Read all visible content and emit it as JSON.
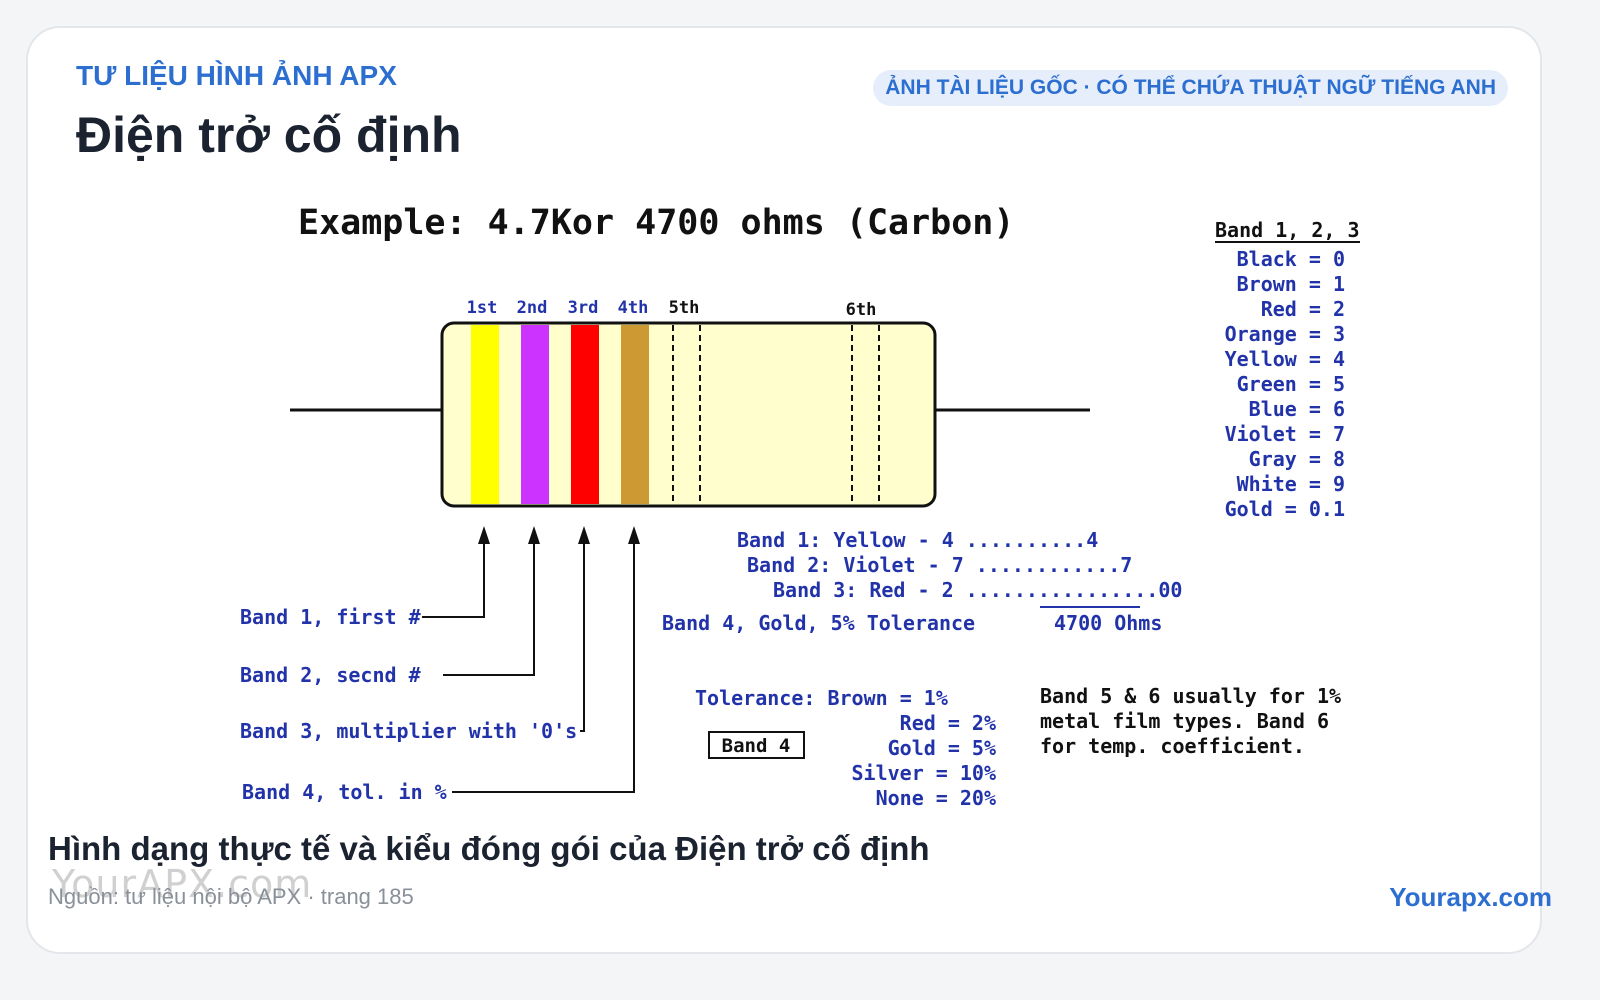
{
  "header": {
    "eyebrow": "TƯ LIỆU HÌNH ẢNH APX",
    "title": "Điện trở cố định",
    "badge": "ẢNH TÀI LIỆU GỐC · CÓ THỂ CHỨA THUẬT NGỮ TIẾNG ANH"
  },
  "diagram": {
    "heading": "Example: 4.7Kor 4700 ohms (Carbon)",
    "band_positions": [
      "1st",
      "2nd",
      "3rd",
      "4th",
      "5th",
      "6th"
    ],
    "bands": [
      {
        "color": "#ffff00"
      },
      {
        "color": "#cc33ff"
      },
      {
        "color": "#ff0000"
      },
      {
        "color": "#cc9933"
      }
    ],
    "body_color": "#fffecc",
    "text_color": "#2233aa",
    "callouts": [
      "Band 1, first #",
      "Band 2, secnd #",
      "Band 3, multiplier with '0's",
      "Band 4, tol. in %"
    ],
    "calculation": [
      "Band 1: Yellow - 4 ..........4",
      "Band 2: Violet - 7 ............7",
      "Band 3: Red - 2 ................00"
    ],
    "band4_line": "Band 4, Gold, 5% Tolerance",
    "result": "4700 Ohms",
    "tolerance_lines": [
      "Tolerance:  Brown = 1%",
      "Red = 2%",
      "Gold = 5%",
      "Silver = 10%",
      "None = 20%"
    ],
    "band4_box": "Band 4",
    "note_lines": [
      "Band 5 & 6 usually for 1%",
      "metal film types.  Band 6",
      "for temp. coefficient."
    ],
    "legend_title": "Band 1, 2, 3",
    "legend": [
      "Black = 0",
      "Brown = 1",
      "Red = 2",
      "Orange = 3",
      "Yellow = 4",
      "Green = 5",
      "Blue = 6",
      "Violet = 7",
      "Gray = 8",
      "White = 9",
      "Gold = 0.1"
    ]
  },
  "footer": {
    "caption": "Hình dạng thực tế và kiểu đóng gói của Điện trở cố định",
    "source": "Nguồn: tư liệu nội bộ APX · trang 185",
    "site": "Yourapx.com",
    "watermark": "YourAPX.com"
  }
}
